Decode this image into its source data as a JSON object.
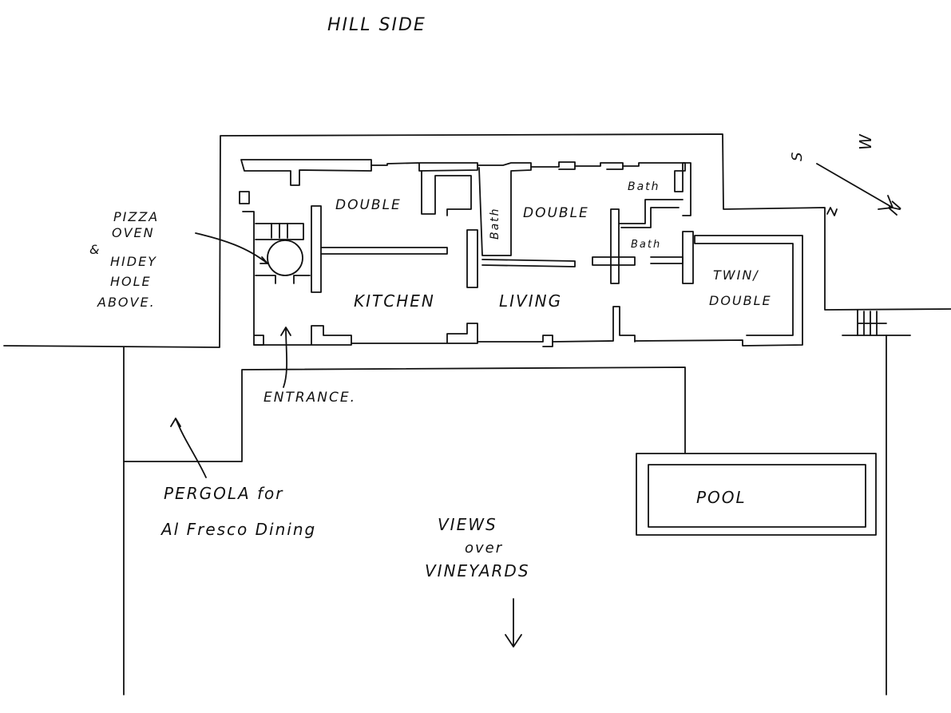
{
  "diagram": {
    "top_label": "HILL SIDE",
    "rooms": {
      "double_1": "DOUBLE",
      "bath_1": "Bath",
      "double_2": "DOUBLE",
      "bath_2": "Bath",
      "bath_3": "Bath",
      "twin_double_line1": "TWIN/",
      "twin_double_line2": "DOUBLE",
      "kitchen": "KITCHEN",
      "living": "LIVING",
      "pool": "POOL"
    },
    "annotations": {
      "pizza_line1": "PIZZA",
      "pizza_line2": "OVEN",
      "pizza_line3": "&",
      "pizza_line4": "HIDEY",
      "pizza_line5": "HOLE",
      "pizza_line6": "ABOVE.",
      "entrance": "ENTRANCE.",
      "pergola_line1": "PERGOLA for",
      "pergola_line2": "Al Fresco Dining",
      "views_line1": "VIEWS",
      "views_line2": "over",
      "views_line3": "VINEYARDS"
    },
    "compass": {
      "south": "S",
      "west": "W",
      "north": "N"
    }
  }
}
